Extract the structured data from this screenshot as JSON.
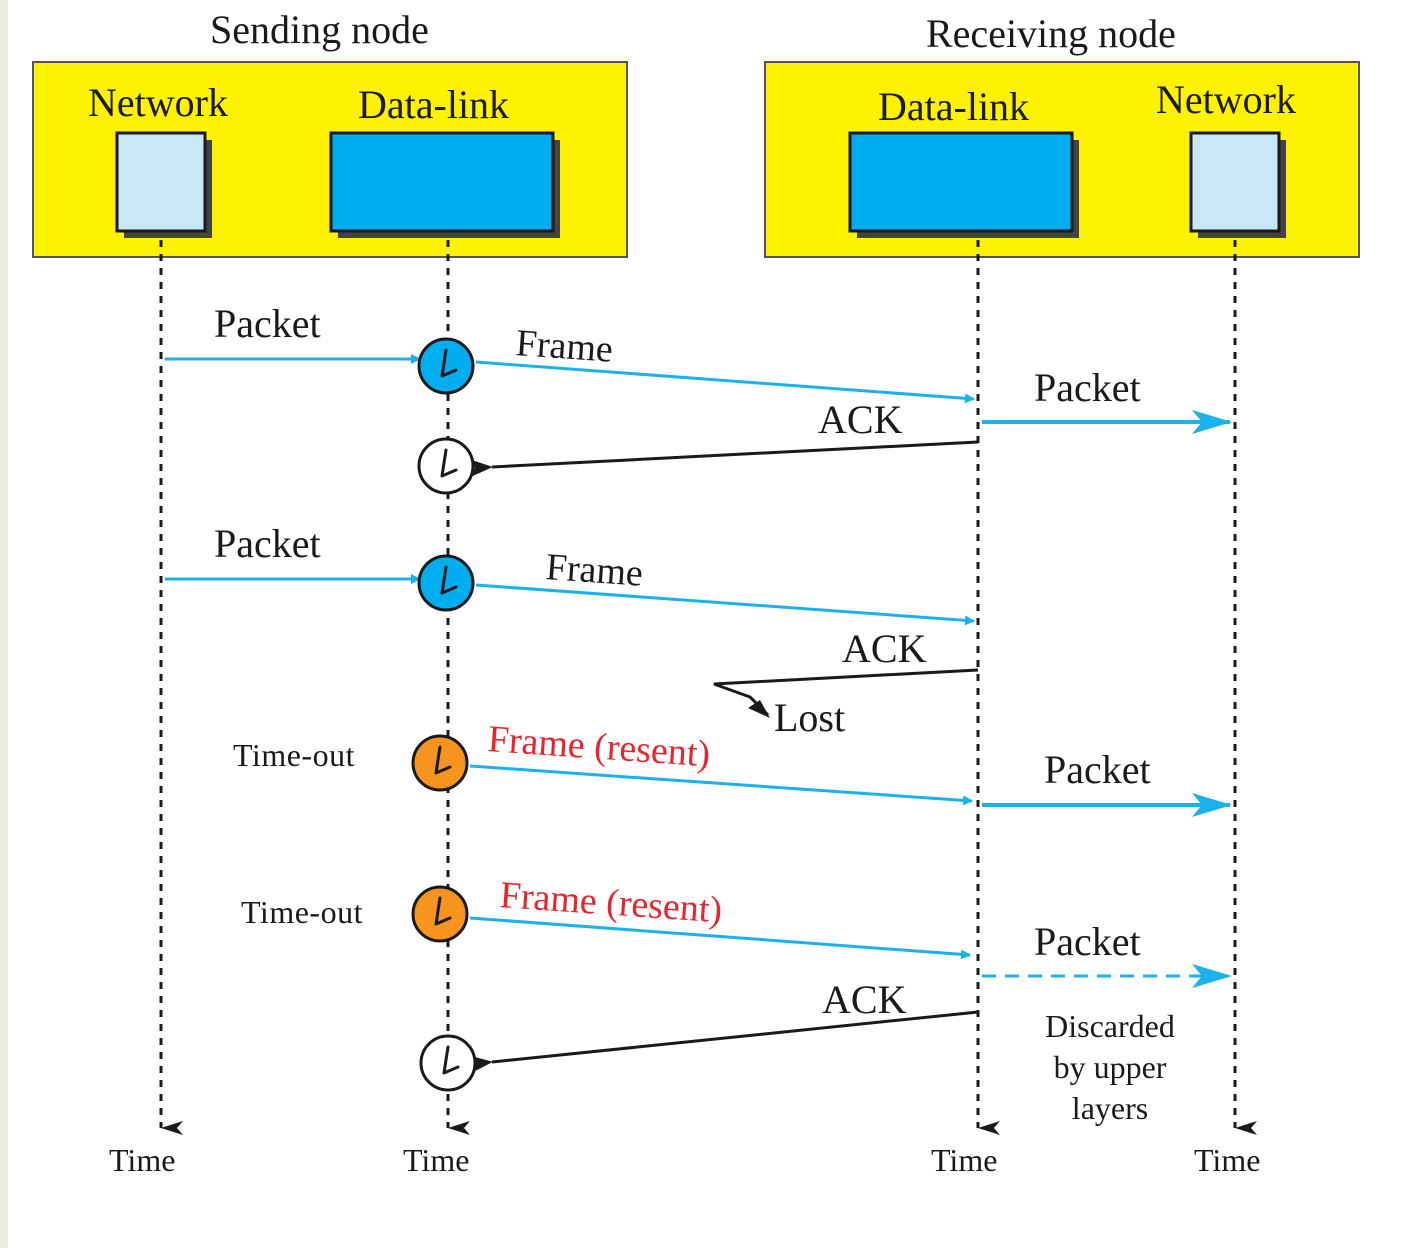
{
  "sending_node": {
    "title": "Sending node",
    "network_label": "Network",
    "datalink_label": "Data-link"
  },
  "receiving_node": {
    "title": "Receiving node",
    "datalink_label": "Data-link",
    "network_label": "Network"
  },
  "messages": {
    "packet_1": "Packet",
    "frame_1": "Frame",
    "packet_up_1": "Packet",
    "ack_1": "ACK",
    "packet_2": "Packet",
    "frame_2": "Frame",
    "ack_2": "ACK",
    "lost": "Lost",
    "timeout_1": "Time-out",
    "frame_resent_1": "Frame (resent)",
    "packet_up_2": "Packet",
    "timeout_2": "Time-out",
    "frame_resent_2": "Frame (resent)",
    "packet_up_3": "Packet",
    "ack_3": "ACK",
    "discarded_line1": "Discarded",
    "discarded_line2": "by upper",
    "discarded_line3": "layers"
  },
  "time_labels": {
    "t1": "Time",
    "t2": "Time",
    "t3": "Time",
    "t4": "Time"
  },
  "colors": {
    "node_fill": "#fff200",
    "datalink_box": "#00aeef",
    "network_box": "#c8e8f8",
    "arrow_blue": "#1ab1ed",
    "timer_orange": "#f7941d",
    "text_red": "#e5262e"
  }
}
